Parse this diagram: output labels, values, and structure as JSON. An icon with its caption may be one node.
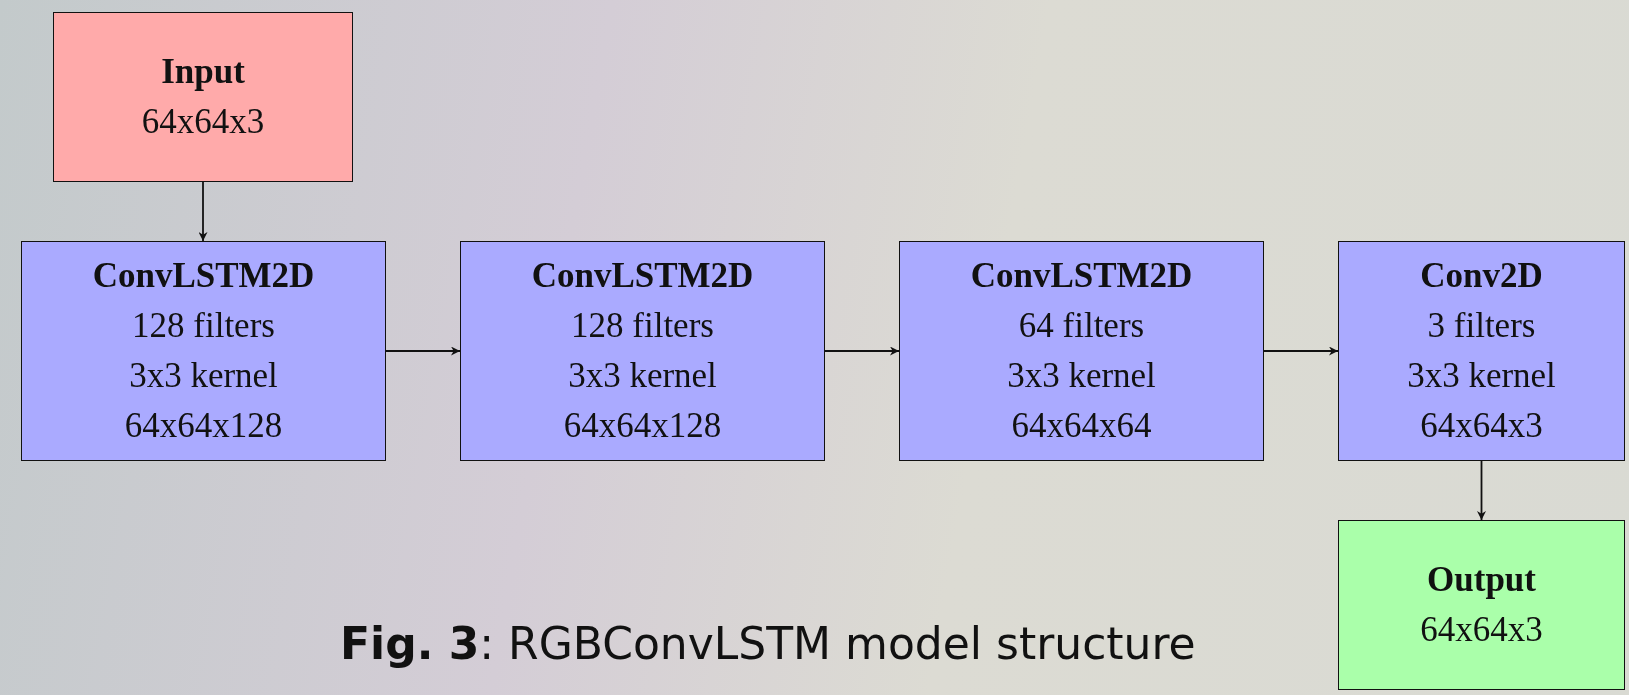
{
  "diagram": {
    "caption": "**Fig. 3**: RGBConvLSTM model structure",
    "nodes": [
      {
        "text": [
          "Input",
          "64x64x3"
        ]
      },
      {
        "text": [
          "ConvLSTM2D",
          "128 filters",
          "3x3 kernel",
          "64x64x128"
        ]
      },
      {
        "text": [
          "ConvLSTM2D",
          "128 filters",
          "3x3 kernel",
          "64x64x128"
        ]
      },
      {
        "text": [
          "ConvLSTM2D",
          "64 filters",
          "3x3 kernel",
          "64x64x64"
        ]
      },
      {
        "text": [
          "Conv2D",
          "3 filters",
          "3x3 kernel",
          "64x64x3"
        ]
      },
      {
        "text": [
          "Output",
          "64x64x3"
        ]
      }
    ],
    "edges": [
      {
        "from": 0,
        "to": 1,
        "arrow": "to"
      },
      {
        "from": 1,
        "to": 2,
        "arrow": "to"
      },
      {
        "from": 2,
        "to": 3,
        "arrow": "to"
      },
      {
        "from": 3,
        "to": 4,
        "arrow": "to"
      },
      {
        "from": 4,
        "to": 5,
        "arrow": "to"
      }
    ]
  }
}
